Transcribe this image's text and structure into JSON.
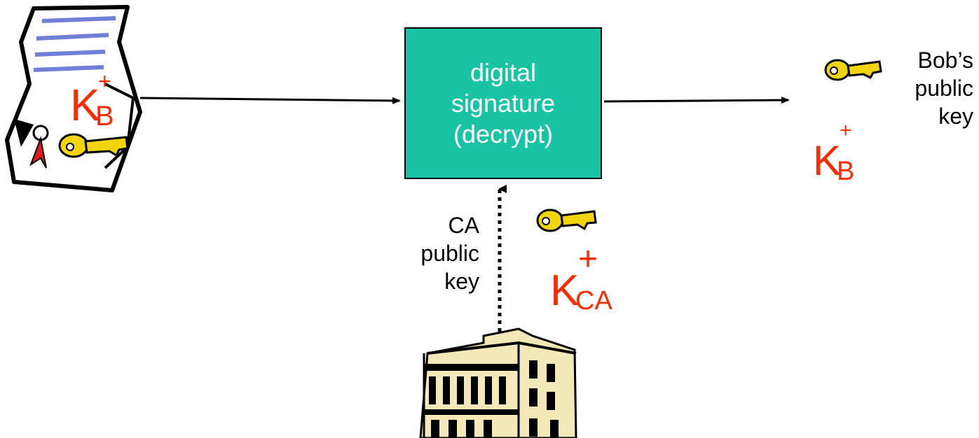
{
  "box": {
    "lines": [
      "digital",
      "signature",
      "(decrypt)"
    ],
    "fill": "#19c3a6"
  },
  "bob_label": {
    "lines": [
      "Bob’s",
      "public",
      "key"
    ]
  },
  "ca_label": {
    "lines": [
      "CA",
      "public",
      "key"
    ]
  },
  "key_certificate": {
    "base": "K",
    "sup": "+",
    "sub": "B"
  },
  "key_bob": {
    "base": "K",
    "sup": "+",
    "sub": "B"
  },
  "key_ca": {
    "base": "K",
    "sup": "+",
    "sub": "CA"
  },
  "colors": {
    "key_text": "#ff2a00",
    "key_icon": "#f2d40a",
    "arrow": "#000000"
  },
  "icons": [
    "certificate-icon",
    "key-icon",
    "building-icon"
  ]
}
